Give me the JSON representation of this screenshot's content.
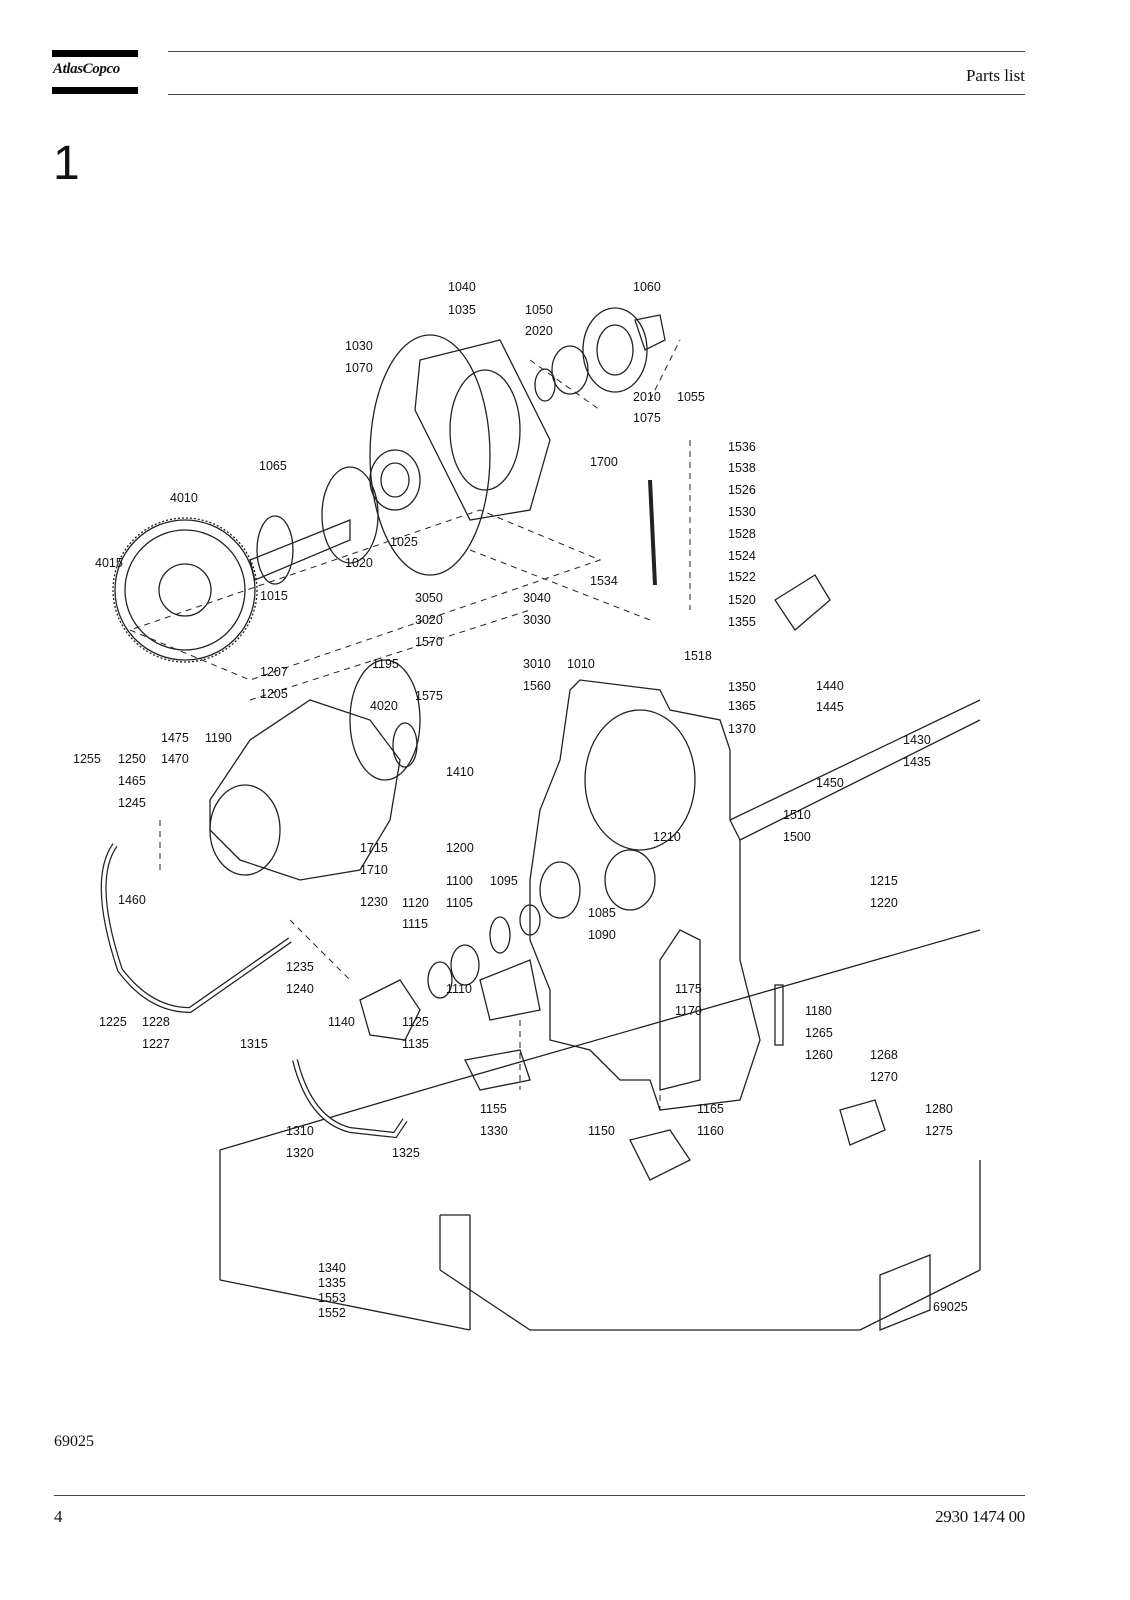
{
  "header": {
    "logo_text": "AtlasCopco",
    "title": "Parts list"
  },
  "section_number": "1",
  "diagram": {
    "drawing_number": "69025",
    "callouts": [
      "1040",
      "1035",
      "1060",
      "1050",
      "2020",
      "1030",
      "1070",
      "1055",
      "2010",
      "1075",
      "1536",
      "1538",
      "1526",
      "1530",
      "1528",
      "1524",
      "1522",
      "1520",
      "1700",
      "1065",
      "4010",
      "4015",
      "1015",
      "1020",
      "1025",
      "1534",
      "3050",
      "3040",
      "3020",
      "3030",
      "1355",
      "1518",
      "1570",
      "3010",
      "1010",
      "1560",
      "1575",
      "1195",
      "1207",
      "1205",
      "4020",
      "1475",
      "1190",
      "1255",
      "1250",
      "1470",
      "1465",
      "1245",
      "1410",
      "1350",
      "1365",
      "1370",
      "1440",
      "1445",
      "1430",
      "1435",
      "1450",
      "1510",
      "1500",
      "1210",
      "1200",
      "1715",
      "1710",
      "1460",
      "1230",
      "1100",
      "1095",
      "1120",
      "1105",
      "1085",
      "1090",
      "1115",
      "1215",
      "1220",
      "1235",
      "1240",
      "1110",
      "1175",
      "1170",
      "1225",
      "1228",
      "1227",
      "1140",
      "1125",
      "1135",
      "1315",
      "1180",
      "1265",
      "1260",
      "1268",
      "1270",
      "1155",
      "1330",
      "1165",
      "1160",
      "1150",
      "1280",
      "1275",
      "1310",
      "1320",
      "1325",
      "1340",
      "1335",
      "1553",
      "1552"
    ]
  },
  "footer": {
    "figure_id": "69025",
    "page_number": "4",
    "document_number": "2930 1474 00"
  }
}
